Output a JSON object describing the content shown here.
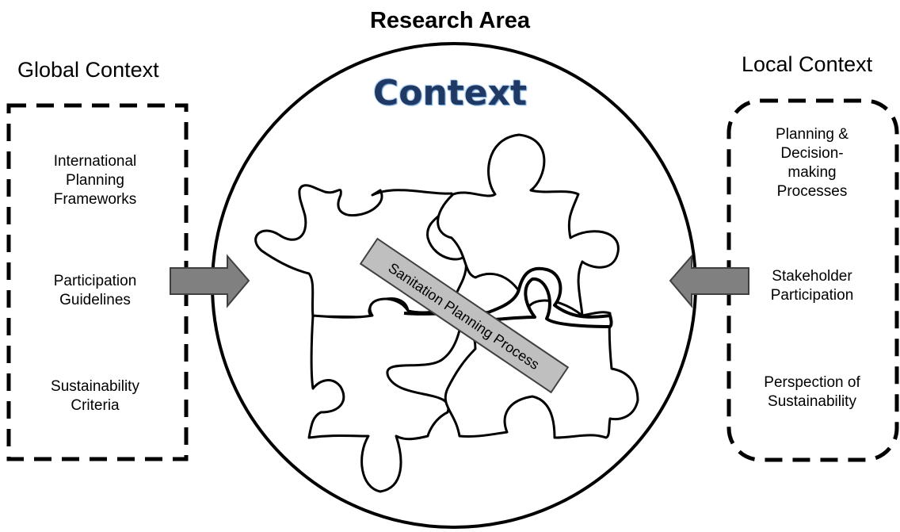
{
  "title": "Research Area",
  "center_label": "Context",
  "banner_label": "Sanitation Planning Process",
  "global": {
    "title": "Global Context",
    "items": [
      {
        "lines": [
          "International",
          "Planning",
          "Frameworks"
        ]
      },
      {
        "lines": [
          "Participation",
          "Guidelines"
        ]
      },
      {
        "lines": [
          "Sustainability",
          "Criteria"
        ]
      }
    ]
  },
  "local": {
    "title": "Local Context",
    "items": [
      {
        "lines": [
          "Planning &",
          "Decision-",
          "making",
          "Processes"
        ]
      },
      {
        "lines": [
          "Stakeholder",
          "Participation"
        ]
      },
      {
        "lines": [
          "Perspection of",
          "Sustainability"
        ]
      }
    ]
  },
  "colors": {
    "arrow_fill": "#808080",
    "banner_fill": "#bfbfbf",
    "context_text": "#1f3864"
  }
}
